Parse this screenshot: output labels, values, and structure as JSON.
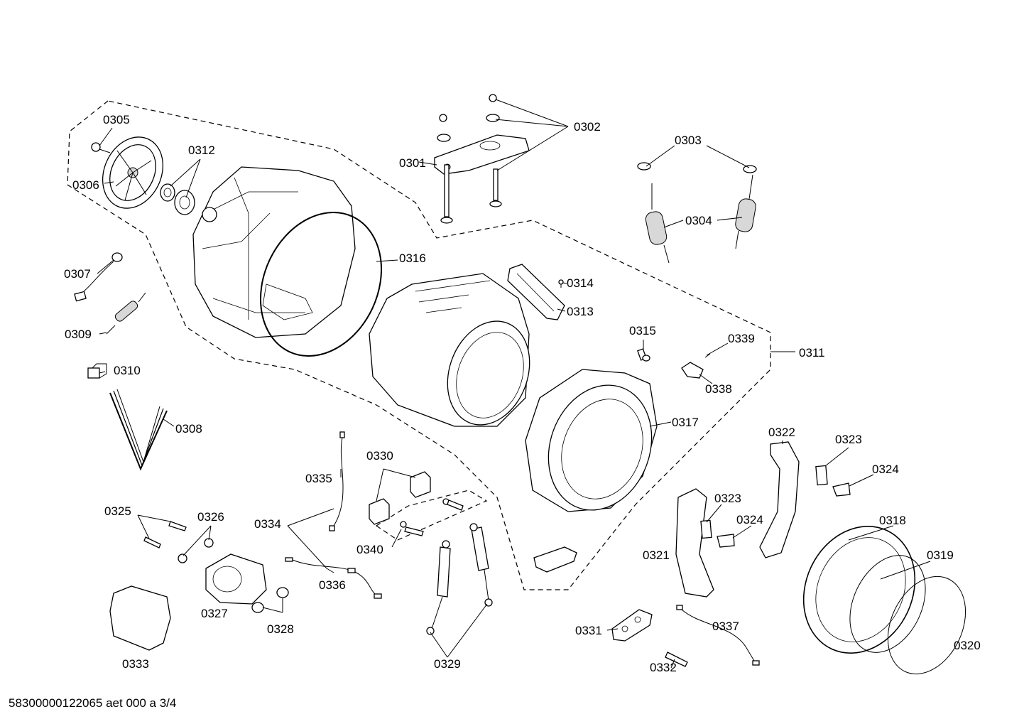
{
  "labels": {
    "l0301": "0301",
    "l0302": "0302",
    "l0303": "0303",
    "l0304": "0304",
    "l0305": "0305",
    "l0306": "0306",
    "l0307": "0307",
    "l0308": "0308",
    "l0309": "0309",
    "l0310": "0310",
    "l0311": "0311",
    "l0312": "0312",
    "l0313": "0313",
    "l0314": "0314",
    "l0315": "0315",
    "l0316": "0316",
    "l0317": "0317",
    "l0318": "0318",
    "l0319": "0319",
    "l0320": "0320",
    "l0321": "0321",
    "l0322": "0322",
    "l0323a": "0323",
    "l0323b": "0323",
    "l0324a": "0324",
    "l0324b": "0324",
    "l0325": "0325",
    "l0326": "0326",
    "l0327": "0327",
    "l0328": "0328",
    "l0329": "0329",
    "l0330": "0330",
    "l0331": "0331",
    "l0332": "0332",
    "l0333": "0333",
    "l0334": "0334",
    "l0335": "0335",
    "l0336": "0336",
    "l0337": "0337",
    "l0338": "0338",
    "l0339": "0339",
    "l0340": "0340"
  },
  "footer": {
    "doc_code": "58300000122065 aet 000 a 3/4"
  }
}
